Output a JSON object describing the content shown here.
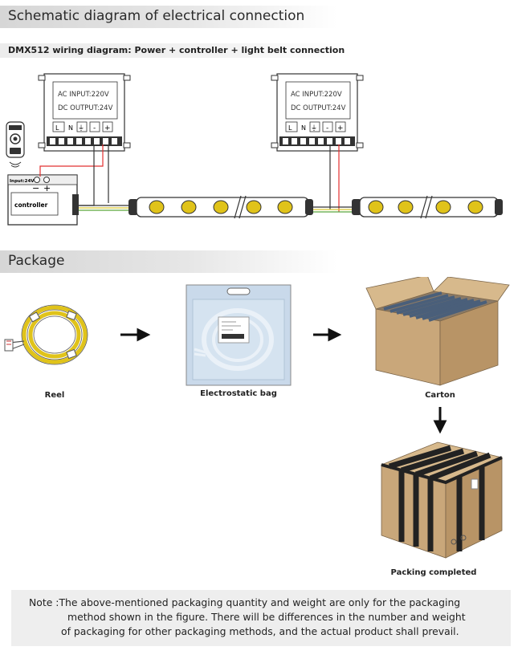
{
  "section1": {
    "title": "Schematic diagram of electrical connection"
  },
  "wiring": {
    "subtitle": "DMX512 wiring diagram: Power + controller + light belt connection",
    "psu1": {
      "line1": "AC INPUT:220V",
      "line2": "DC OUTPUT:24V"
    },
    "psu2": {
      "line1": "AC INPUT:220V",
      "line2": "DC OUTPUT:24V"
    },
    "terminals": [
      "L",
      "N",
      "⏚",
      "-",
      "+"
    ],
    "controller": {
      "label": "controller",
      "input_label": "Input:24V",
      "minus": "−",
      "plus": "+"
    }
  },
  "section2": {
    "title": "Package"
  },
  "package": {
    "reel_label": "Reel",
    "bag_label": "Electrostatic bag",
    "carton_label": "Carton",
    "completed_label": "Packing completed"
  },
  "note": {
    "line1": "Note :The above-mentioned packaging quantity and weight are only for the packaging",
    "line2": "method shown in the figure. There will be differences in the number and weight",
    "line3": "of packaging for other packaging methods, and the actual product shall prevail."
  },
  "colors": {
    "wire_red": "#e23030",
    "wire_black": "#333333",
    "wire_yellow": "#d9c630",
    "wire_green": "#5aa83c",
    "box_brown": "#c9a77a",
    "bag_blue": "#c9d9ea"
  }
}
